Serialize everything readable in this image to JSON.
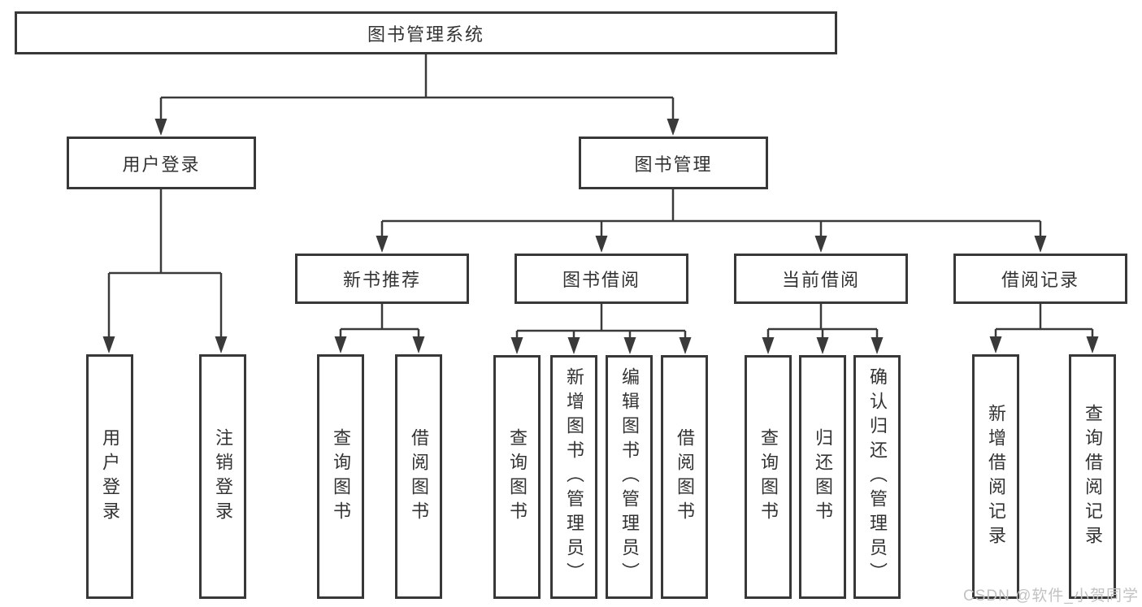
{
  "diagram": {
    "title": "图书管理系统",
    "level2": [
      {
        "label": "用户登录"
      },
      {
        "label": "图书管理"
      }
    ],
    "level3": [
      {
        "label": "新书推荐",
        "parent": "图书管理"
      },
      {
        "label": "图书借阅",
        "parent": "图书管理"
      },
      {
        "label": "当前借阅",
        "parent": "图书管理"
      },
      {
        "label": "借阅记录",
        "parent": "图书管理"
      }
    ],
    "leaves": [
      {
        "label": "用户登录",
        "parent": "用户登录"
      },
      {
        "label": "注销登录",
        "parent": "用户登录"
      },
      {
        "label": "查询图书",
        "parent": "新书推荐"
      },
      {
        "label": "借阅图书",
        "parent": "新书推荐"
      },
      {
        "label": "查询图书",
        "parent": "图书借阅"
      },
      {
        "label": "新增图书（管理员）",
        "parent": "图书借阅"
      },
      {
        "label": "编辑图书（管理员）",
        "parent": "图书借阅"
      },
      {
        "label": "借阅图书",
        "parent": "图书借阅"
      },
      {
        "label": "查询图书",
        "parent": "当前借阅"
      },
      {
        "label": "归还图书",
        "parent": "当前借阅"
      },
      {
        "label": "确认归还（管理员）",
        "parent": "当前借阅"
      },
      {
        "label": "新增借阅记录",
        "parent": "借阅记录"
      },
      {
        "label": "查询借阅记录",
        "parent": "借阅记录"
      }
    ],
    "watermark": "CSDN @软件_小贺同学",
    "colors": {
      "line": "#3a3a3a",
      "box_border": "#383838",
      "text": "#333333",
      "background": "#ffffff",
      "watermark": "#c2c2c2"
    }
  }
}
